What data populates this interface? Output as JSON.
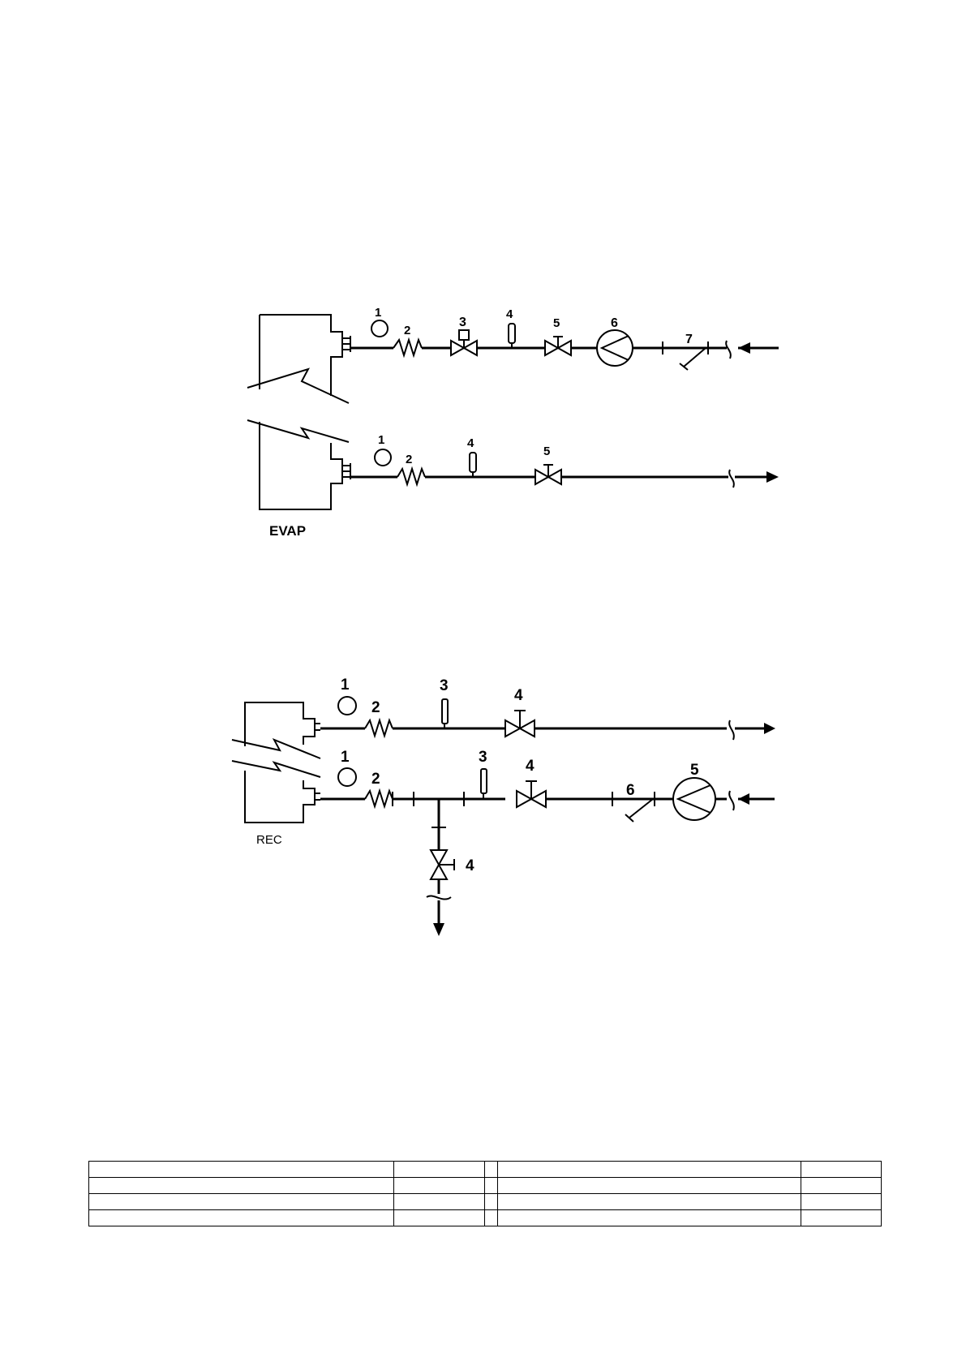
{
  "evap_diagram": {
    "unit_label": "EVAP",
    "top_line_numbers": [
      "1",
      "2",
      "3",
      "4",
      "5",
      "6",
      "7"
    ],
    "bottom_line_numbers": [
      "1",
      "2",
      "4",
      "5"
    ]
  },
  "rec_diagram": {
    "unit_label": "REC",
    "top_line_numbers": [
      "1",
      "2",
      "3",
      "4"
    ],
    "bottom_line_numbers": [
      "1",
      "2",
      "3",
      "4",
      "6",
      "5"
    ],
    "drain_number": "4"
  },
  "legend_table": {
    "rows": [
      [
        "",
        "",
        "",
        "",
        ""
      ],
      [
        "",
        "",
        "",
        "",
        ""
      ],
      [
        "",
        "",
        "",
        "",
        ""
      ],
      [
        "",
        "",
        "",
        "",
        ""
      ]
    ]
  }
}
